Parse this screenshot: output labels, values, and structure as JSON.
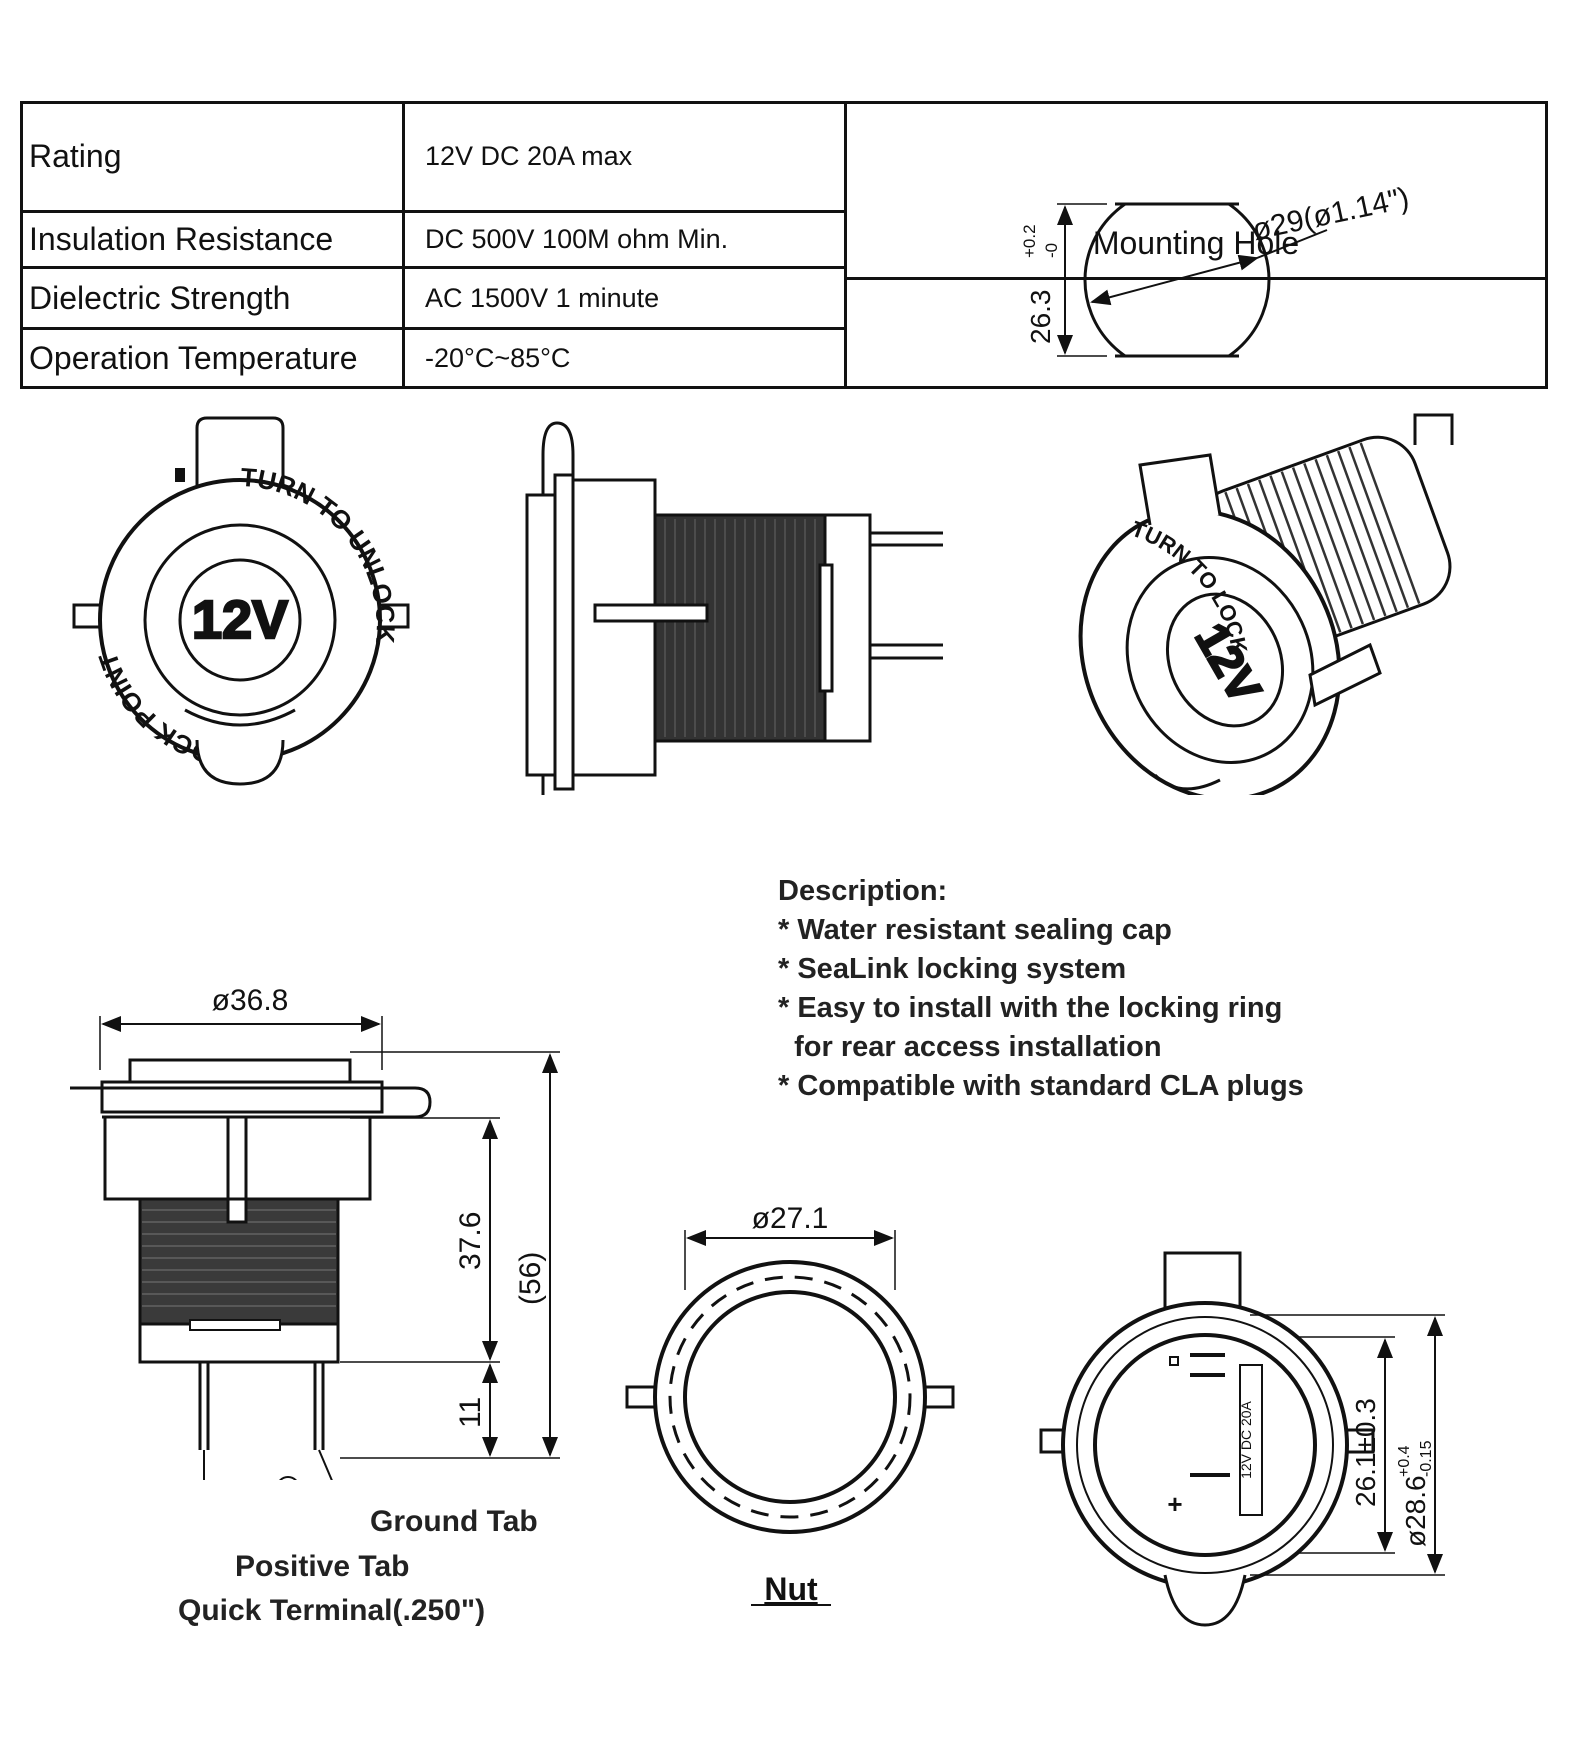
{
  "spec_table": {
    "rows": [
      {
        "label": "Rating",
        "value": "12V DC 20A max"
      },
      {
        "label": "Insulation Resistance",
        "value": "DC 500V 100M ohm Min."
      },
      {
        "label": "Dielectric Strength",
        "value": "AC 1500V 1 minute"
      },
      {
        "label": "Operation Temperature",
        "value": "-20°C~85°C"
      }
    ],
    "mounting_hole": {
      "title": "Mounting Hole",
      "diameter": "ø29(ø1.14\")",
      "flat_height": "26.3",
      "flat_tol_upper": "+0.2",
      "flat_tol_lower": "-0"
    }
  },
  "front_view": {
    "badge": "12V",
    "ring_text_right": "TURN TO UNLOCK",
    "ring_text_left": "LOCK POINT"
  },
  "iso_view": {
    "badge": "12V",
    "ring_text": "TURN TO LOCK"
  },
  "description": {
    "title": "Description:",
    "items": [
      "* Water resistant sealing cap",
      "* SeaLink locking system",
      "* Easy to install with the locking ring",
      "  for rear access installation",
      "* Compatible with standard CLA plugs"
    ]
  },
  "side_dims": {
    "diameter": "ø36.8",
    "body_length": "37.6",
    "total_length": "(56)",
    "tab_length": "11",
    "ground_tab": "Ground Tab",
    "positive_tab": "Positive Tab",
    "quick_terminal": "Quick Terminal(.250\")"
  },
  "nut": {
    "diameter": "ø27.1",
    "label": "Nut"
  },
  "rear_view": {
    "dim_flat": "26.1±0.3",
    "dim_dia": "ø28.6",
    "dim_dia_tol_upper": "+0.4",
    "dim_dia_tol_lower": "-0.15",
    "stamp": "12V DC 20A"
  }
}
